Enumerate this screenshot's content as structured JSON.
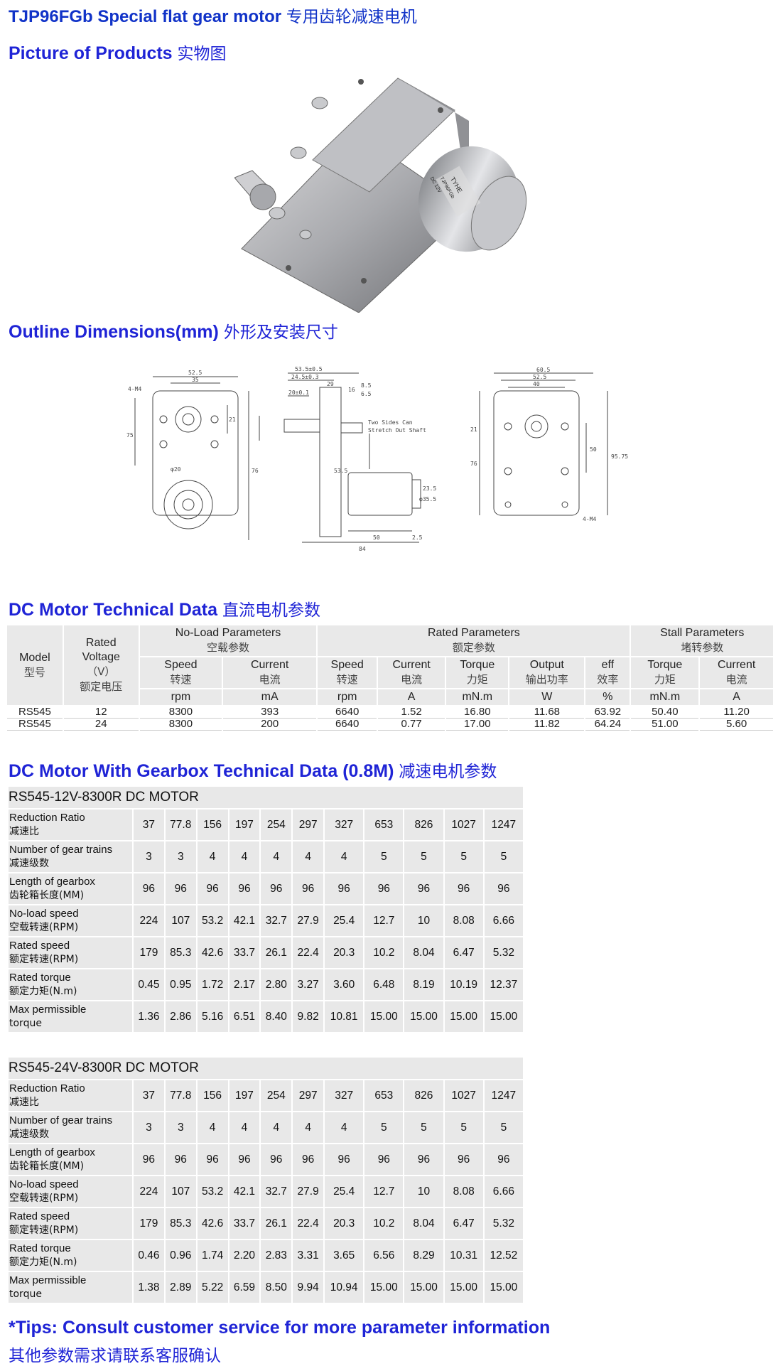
{
  "headings": {
    "main_en": "TJP96FGb Special flat gear motor",
    "main_cn": "专用齿轮减速电机",
    "pic_en": "Picture of Products",
    "pic_cn": "实物图",
    "dim_en": "Outline Dimensions(mm)",
    "dim_cn": "外形及安装尺寸",
    "dc_en": "DC Motor Technical Data",
    "dc_cn": "直流电机参数",
    "gb_en": "DC Motor With Gearbox Technical Data (0.8M)",
    "gb_cn": "减速电机参数"
  },
  "motor_label": {
    "brand": "TYHE",
    "line1": "TJP96FGb",
    "line2": "DC 12V"
  },
  "drawing_labels": {
    "d1": "52.5",
    "d2": "35",
    "d3": "4-M4",
    "d4": "75",
    "d5": "21",
    "d6": "φ20",
    "d7": "76",
    "s1": "53.5±0.5",
    "s2": "24.5±0.3",
    "s3": "29",
    "s4": "8.5",
    "s5": "16",
    "s6": "6.5",
    "s7": "20±0.1",
    "s8": "Two Sides Can",
    "s9": "Stretch Out Shaft",
    "s10": "53.5",
    "s11": "50",
    "s12": "2.5",
    "s13": "84",
    "s14": "φ35.5",
    "s15": "23.5",
    "r1": "60.5",
    "r2": "52.5",
    "r3": "40",
    "r4": "21",
    "r5": "76",
    "r6": "50",
    "r7": "95.75",
    "r8": "4-M4"
  },
  "dc_table": {
    "model": [
      "Model",
      "型号"
    ],
    "rated_voltage": [
      "Rated",
      "Voltage",
      "（V）",
      "额定电压"
    ],
    "noload_group": [
      "No-Load Parameters",
      "空载参数"
    ],
    "rated_group": [
      "Rated Parameters",
      "额定参数"
    ],
    "stall_group": [
      "Stall Parameters",
      "堵转参数"
    ],
    "sub": [
      [
        "Speed",
        "转速",
        "rpm"
      ],
      [
        "Current",
        "电流",
        "mA"
      ],
      [
        "Speed",
        "转速",
        "rpm"
      ],
      [
        "Current",
        "电流",
        "A"
      ],
      [
        "Torque",
        "力矩",
        "mN.m"
      ],
      [
        "Output",
        "输出功率",
        "W"
      ],
      [
        "eff",
        "效率",
        "%"
      ],
      [
        "Torque",
        "力矩",
        "mN.m"
      ],
      [
        "Current",
        "电流",
        "A"
      ]
    ],
    "rows": [
      [
        "RS545",
        "12",
        "8300",
        "393",
        "6640",
        "1.52",
        "16.80",
        "11.68",
        "63.92",
        "50.40",
        "11.20"
      ],
      [
        "RS545",
        "24",
        "8300",
        "200",
        "6640",
        "0.77",
        "17.00",
        "11.82",
        "64.24",
        "51.00",
        "5.60"
      ]
    ]
  },
  "gearbox_tables": [
    {
      "title": "RS545-12V-8300R DC MOTOR",
      "rows": [
        {
          "en": "Reduction Ratio",
          "cn": "减速比",
          "values": [
            "37",
            "77.8",
            "156",
            "197",
            "254",
            "297",
            "327",
            "653",
            "826",
            "1027",
            "1247"
          ]
        },
        {
          "en": "Number of gear trains",
          "cn": "减速级数",
          "values": [
            "3",
            "3",
            "4",
            "4",
            "4",
            "4",
            "4",
            "5",
            "5",
            "5",
            "5"
          ]
        },
        {
          "en": "Length of gearbox",
          "cn": "齿轮箱长度(MM)",
          "values": [
            "96",
            "96",
            "96",
            "96",
            "96",
            "96",
            "96",
            "96",
            "96",
            "96",
            "96"
          ]
        },
        {
          "en": "No-load speed",
          "cn": "空载转速(RPM)",
          "values": [
            "224",
            "107",
            "53.2",
            "42.1",
            "32.7",
            "27.9",
            "25.4",
            "12.7",
            "10",
            "8.08",
            "6.66"
          ]
        },
        {
          "en": "Rated speed",
          "cn": "额定转速(RPM)",
          "values": [
            "179",
            "85.3",
            "42.6",
            "33.7",
            "26.1",
            "22.4",
            "20.3",
            "10.2",
            "8.04",
            "6.47",
            "5.32"
          ]
        },
        {
          "en": "Rated torque",
          "cn": "额定力矩(N.m)",
          "values": [
            "0.45",
            "0.95",
            "1.72",
            "2.17",
            "2.80",
            "3.27",
            "3.60",
            "6.48",
            "8.19",
            "10.19",
            "12.37"
          ]
        },
        {
          "en": "Max permissible",
          "cn": "torque",
          "values": [
            "1.36",
            "2.86",
            "5.16",
            "6.51",
            "8.40",
            "9.82",
            "10.81",
            "15.00",
            "15.00",
            "15.00",
            "15.00"
          ]
        }
      ]
    },
    {
      "title": "RS545-24V-8300R DC MOTOR",
      "rows": [
        {
          "en": "Reduction Ratio",
          "cn": "减速比",
          "values": [
            "37",
            "77.8",
            "156",
            "197",
            "254",
            "297",
            "327",
            "653",
            "826",
            "1027",
            "1247"
          ]
        },
        {
          "en": "Number of gear trains",
          "cn": "减速级数",
          "values": [
            "3",
            "3",
            "4",
            "4",
            "4",
            "4",
            "4",
            "5",
            "5",
            "5",
            "5"
          ]
        },
        {
          "en": "Length of gearbox",
          "cn": "齿轮箱长度(MM)",
          "values": [
            "96",
            "96",
            "96",
            "96",
            "96",
            "96",
            "96",
            "96",
            "96",
            "96",
            "96"
          ]
        },
        {
          "en": "No-load speed",
          "cn": "空载转速(RPM)",
          "values": [
            "224",
            "107",
            "53.2",
            "42.1",
            "32.7",
            "27.9",
            "25.4",
            "12.7",
            "10",
            "8.08",
            "6.66"
          ]
        },
        {
          "en": "Rated speed",
          "cn": "额定转速(RPM)",
          "values": [
            "179",
            "85.3",
            "42.6",
            "33.7",
            "26.1",
            "22.4",
            "20.3",
            "10.2",
            "8.04",
            "6.47",
            "5.32"
          ]
        },
        {
          "en": "Rated torque",
          "cn": "额定力矩(N.m)",
          "values": [
            "0.46",
            "0.96",
            "1.74",
            "2.20",
            "2.83",
            "3.31",
            "3.65",
            "6.56",
            "8.29",
            "10.31",
            "12.52"
          ]
        },
        {
          "en": "Max permissible",
          "cn": "torque",
          "values": [
            "1.38",
            "2.89",
            "5.22",
            "6.59",
            "8.50",
            "9.94",
            "10.94",
            "15.00",
            "15.00",
            "15.00",
            "15.00"
          ]
        }
      ]
    }
  ],
  "tips": {
    "en": "*Tips: Consult customer service for more parameter information",
    "cn": "其他参数需求请联系客服确认"
  }
}
